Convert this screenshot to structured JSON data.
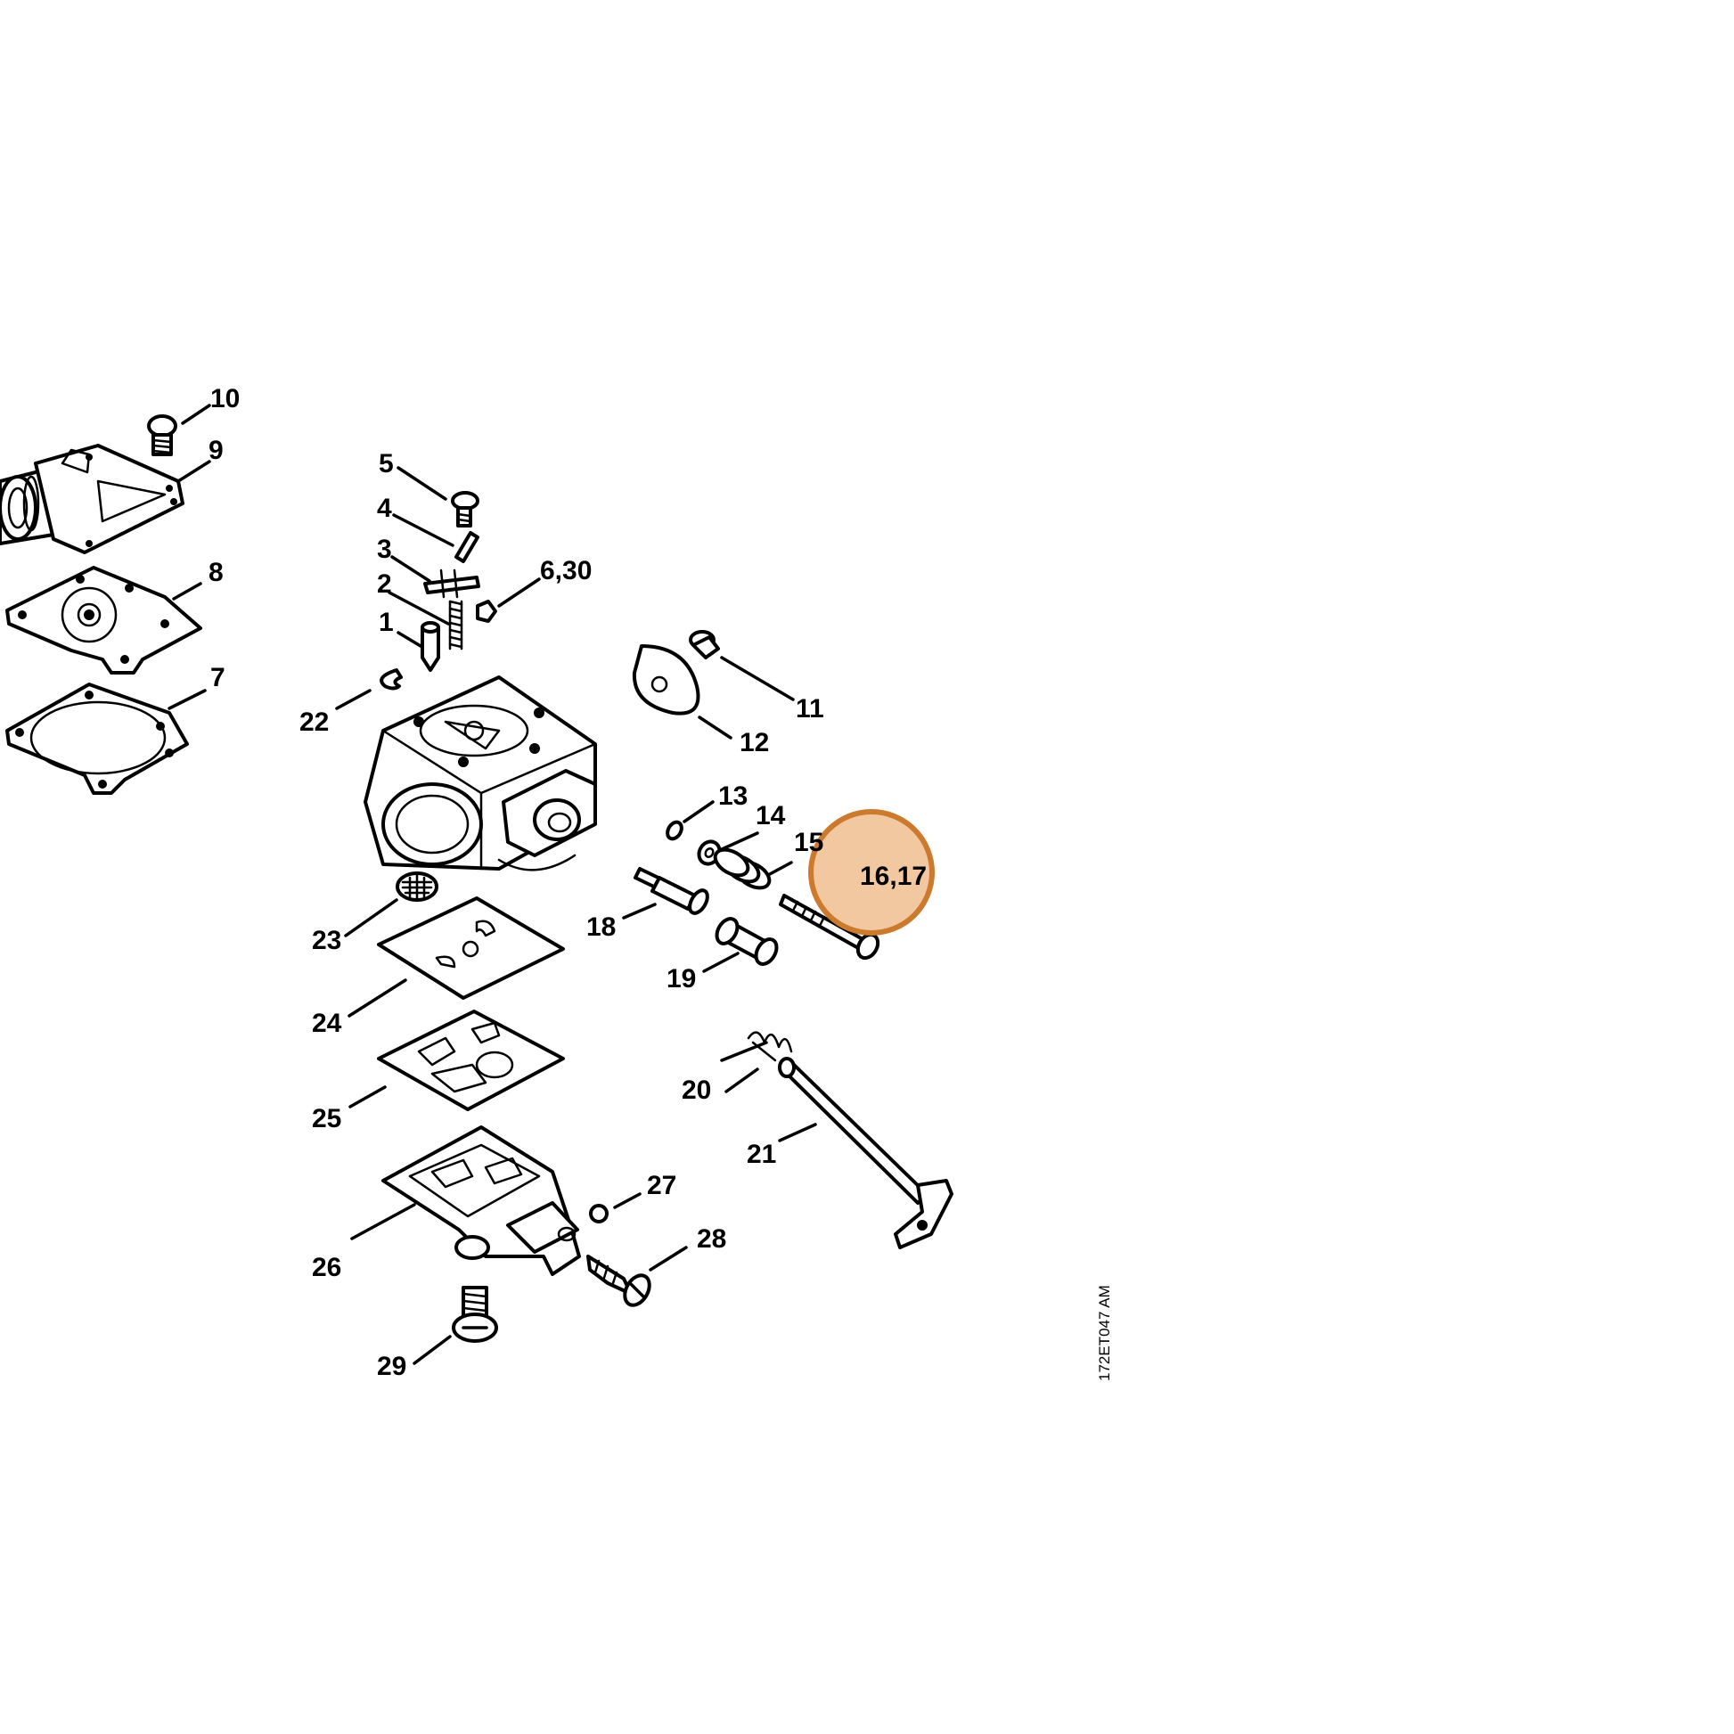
{
  "diagram": {
    "drawing_code": "172ET047 AM",
    "highlight_color": "#cc7a2e",
    "highlight_fill": "#f2c8a0",
    "callouts": [
      {
        "id": "c1",
        "label": "1"
      },
      {
        "id": "c2",
        "label": "2"
      },
      {
        "id": "c3",
        "label": "3"
      },
      {
        "id": "c4",
        "label": "4"
      },
      {
        "id": "c5",
        "label": "5"
      },
      {
        "id": "c6",
        "label": "6,30"
      },
      {
        "id": "c7",
        "label": "7"
      },
      {
        "id": "c8",
        "label": "8"
      },
      {
        "id": "c9",
        "label": "9"
      },
      {
        "id": "c10",
        "label": "10"
      },
      {
        "id": "c11",
        "label": "11"
      },
      {
        "id": "c12",
        "label": "12"
      },
      {
        "id": "c13",
        "label": "13"
      },
      {
        "id": "c14",
        "label": "14"
      },
      {
        "id": "c15",
        "label": "15"
      },
      {
        "id": "c16",
        "label": "16,17",
        "highlighted": true
      },
      {
        "id": "c18",
        "label": "18"
      },
      {
        "id": "c19",
        "label": "19"
      },
      {
        "id": "c20",
        "label": "20"
      },
      {
        "id": "c21",
        "label": "21"
      },
      {
        "id": "c22",
        "label": "22"
      },
      {
        "id": "c23",
        "label": "23"
      },
      {
        "id": "c24",
        "label": "24"
      },
      {
        "id": "c25",
        "label": "25"
      },
      {
        "id": "c26",
        "label": "26"
      },
      {
        "id": "c27",
        "label": "27"
      },
      {
        "id": "c28",
        "label": "28"
      },
      {
        "id": "c29",
        "label": "29"
      }
    ]
  }
}
